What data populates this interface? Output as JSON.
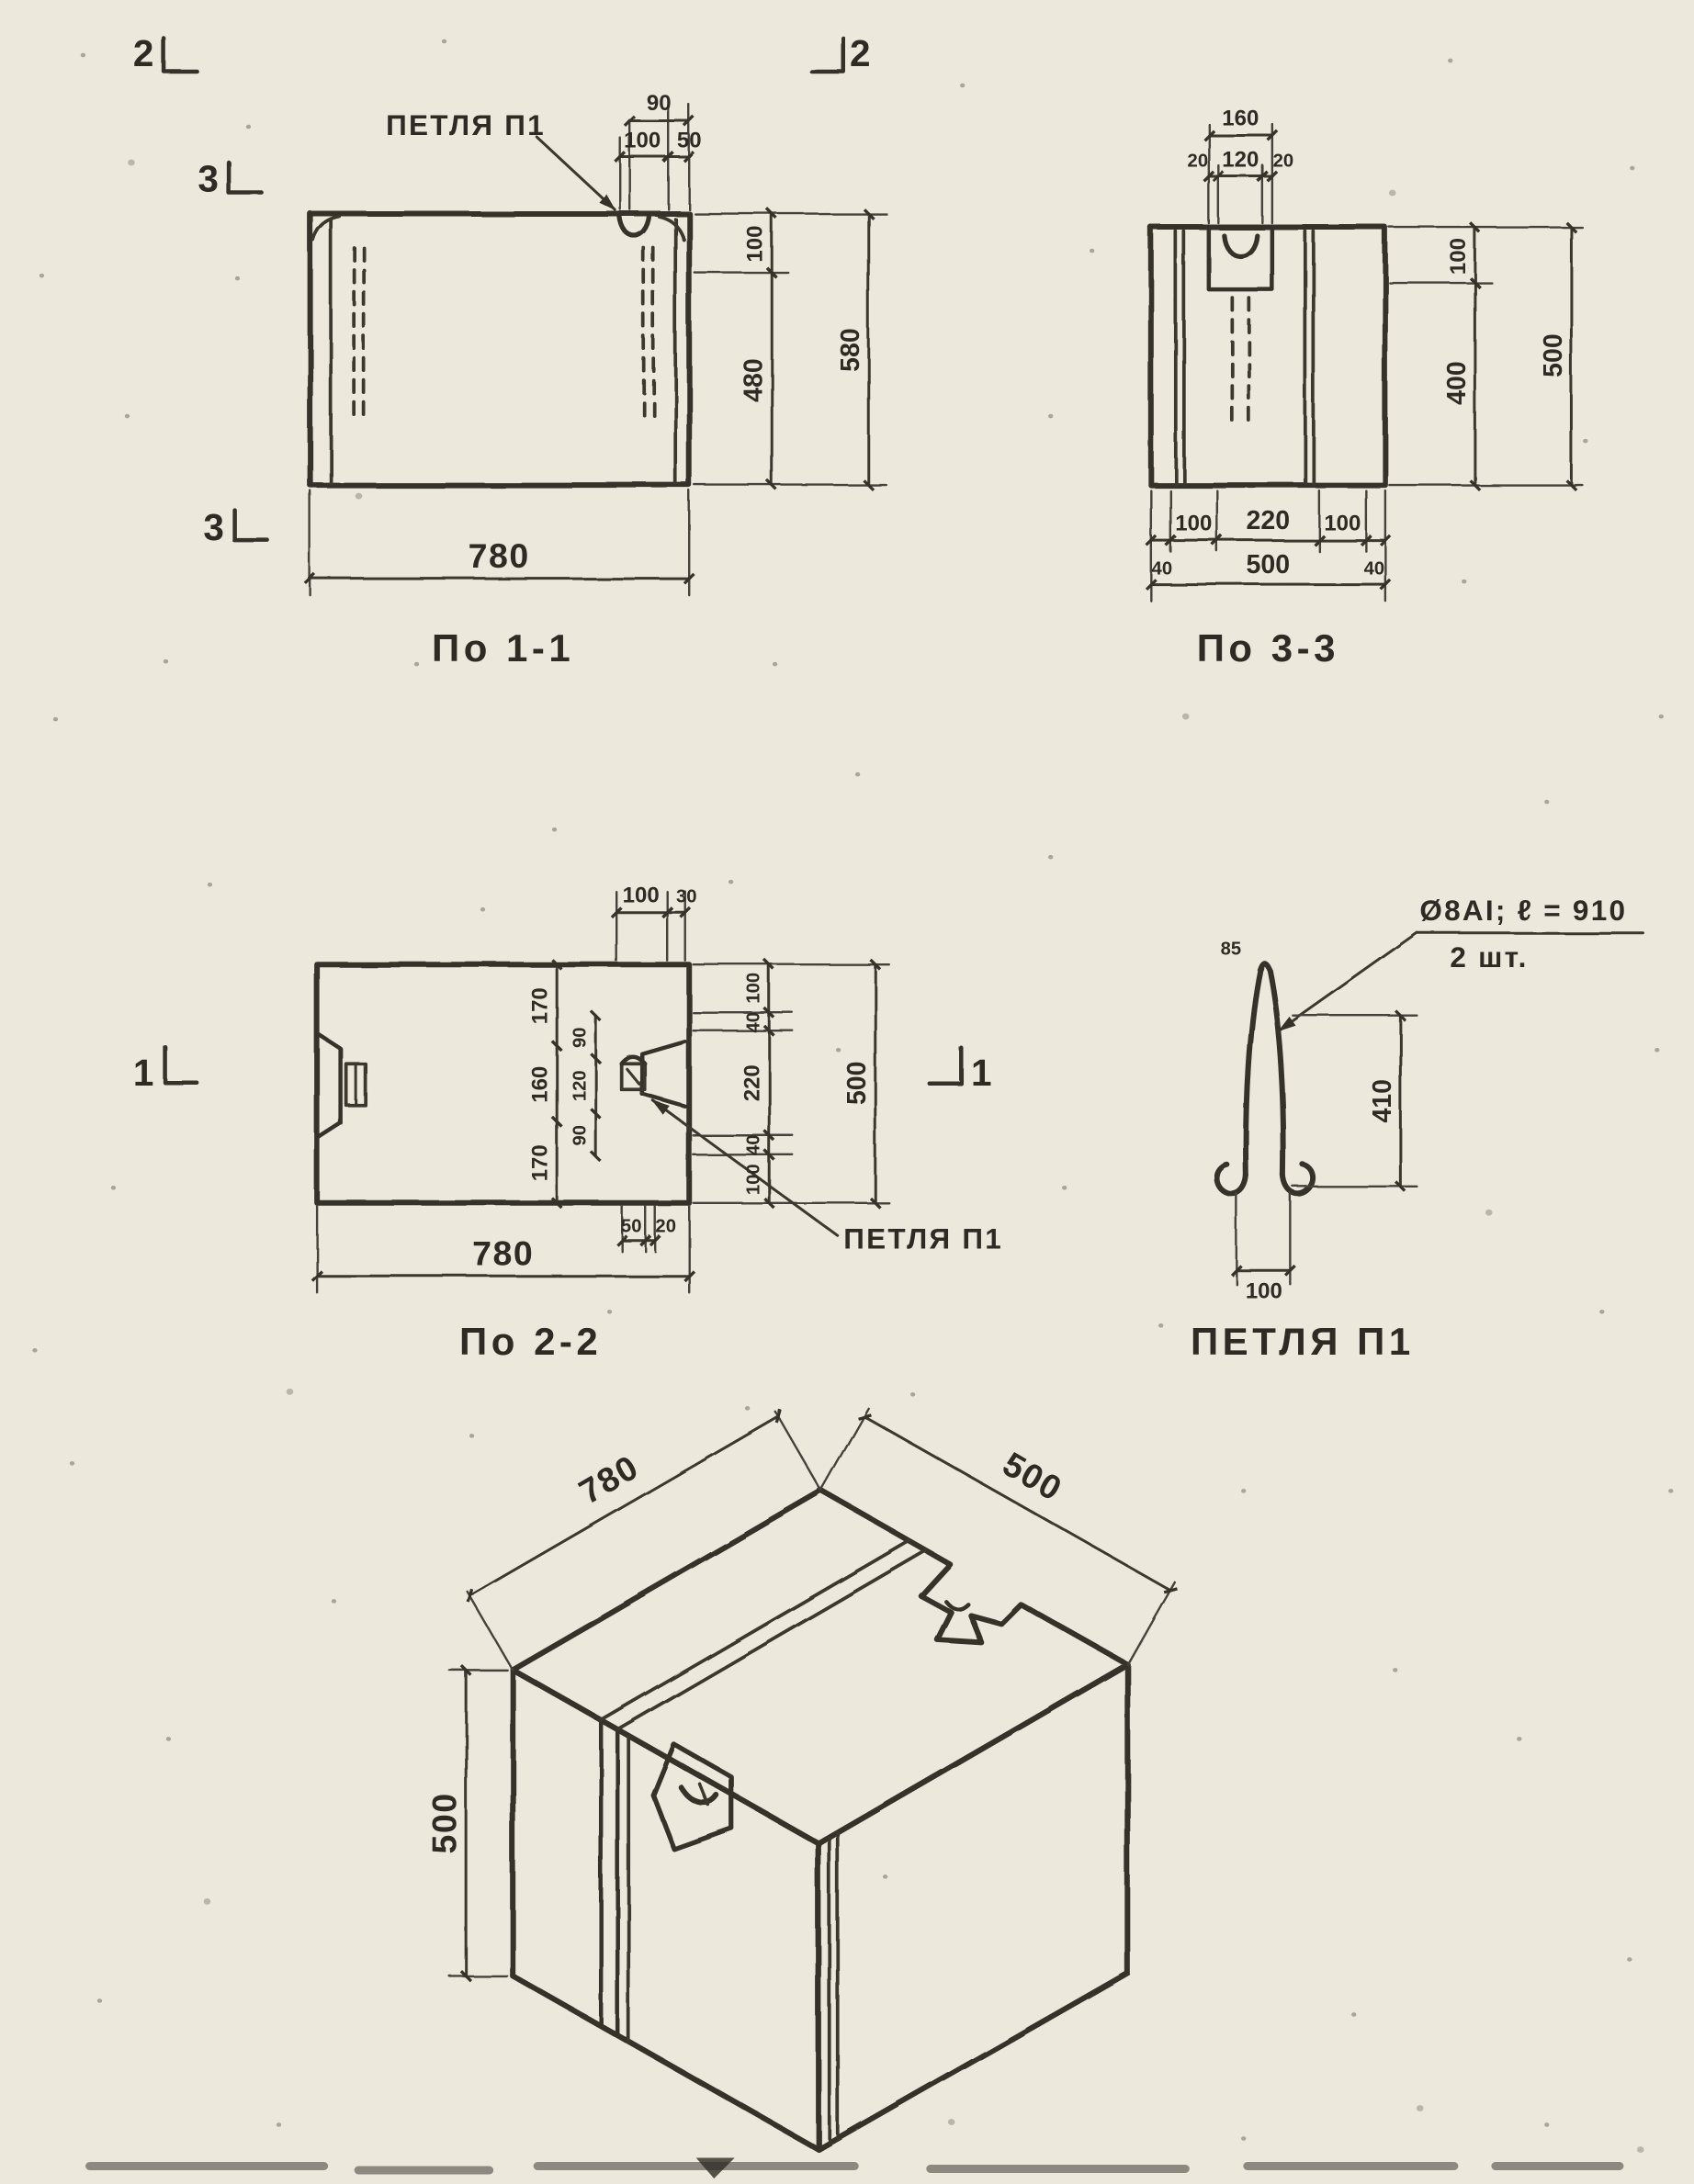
{
  "drawing": {
    "paper_color": "#ece8dc",
    "ink_color": "#36332c"
  },
  "section_1_1": {
    "caption": "По 1-1",
    "loop_label": "ПЕТЛЯ П1",
    "dims": {
      "top_90": "90",
      "top_100": "100",
      "top_50": "50",
      "right_100": "100",
      "right_480": "480",
      "right_580": "580",
      "bottom_780": "780"
    },
    "markers": {
      "sec2_left": "2",
      "sec2_right": "2",
      "sec3_top": "3",
      "sec3_bottom": "3"
    }
  },
  "section_3_3": {
    "caption": "По 3-3",
    "dims": {
      "top_160": "160",
      "top_20_left": "20",
      "top_120": "120",
      "top_20_right": "20",
      "right_100": "100",
      "right_400": "400",
      "right_500": "500",
      "bottom_100_left": "100",
      "bottom_220": "220",
      "bottom_100_right": "100",
      "bottom_40_left": "40",
      "bottom_500": "500",
      "bottom_40_right": "40"
    }
  },
  "section_2_2": {
    "caption": "По 2-2",
    "loop_label": "ПЕТЛЯ П1",
    "dims": {
      "top_100": "100",
      "top_30": "30",
      "left_170_top": "170",
      "left_160": "160",
      "left_170_bottom": "170",
      "inner_90_top": "90",
      "inner_120": "120",
      "inner_90_bottom": "90",
      "right_100_top": "100",
      "right_40_top": "40",
      "right_220": "220",
      "right_40_bottom": "40",
      "right_100_bottom": "100",
      "right_500": "500",
      "bottom_50": "50",
      "bottom_20": "20",
      "bottom_780": "780"
    },
    "markers": {
      "sec1_left": "1",
      "sec1_right": "1"
    }
  },
  "loop_detail": {
    "caption": "ПЕТЛЯ П1",
    "note_line1": "Ø8АI; ℓ = 910",
    "note_line2": "2 шт.",
    "dims": {
      "top_85": "85",
      "height_410": "410",
      "width_100": "100"
    }
  },
  "iso_view": {
    "dims": {
      "length_780": "780",
      "width_500": "500",
      "height_500": "500"
    }
  }
}
